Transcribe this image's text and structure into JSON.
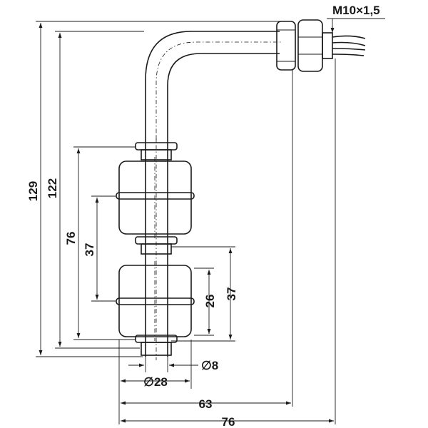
{
  "thread_label": "M10×1,5",
  "dimensions": {
    "total_height": "129",
    "height_to_stem_end": "122",
    "float_switch_span": "76",
    "upper_spacing": "37",
    "lower_spacing": "37",
    "float_height": "26",
    "stem_diameter": "∅8",
    "float_diameter": "∅28",
    "horizontal_reach": "63",
    "total_width": "76"
  }
}
